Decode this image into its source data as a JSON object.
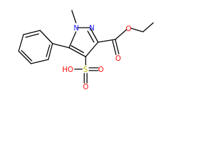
{
  "diagram": {
    "type": "chemical-structure",
    "atoms": {
      "n1": "N",
      "n2": "N",
      "o_ester_single": "O",
      "o_carbonyl": "O",
      "sulfur": "S",
      "o_sulfonyl_top": "O",
      "o_sulfonyl_bottom": "O",
      "hydroxyl": "HO"
    },
    "colors": {
      "bond": "#000000",
      "nitrogen": "#1a1aff",
      "oxygen": "#ff0d0d",
      "sulfur": "#b8b800"
    }
  }
}
